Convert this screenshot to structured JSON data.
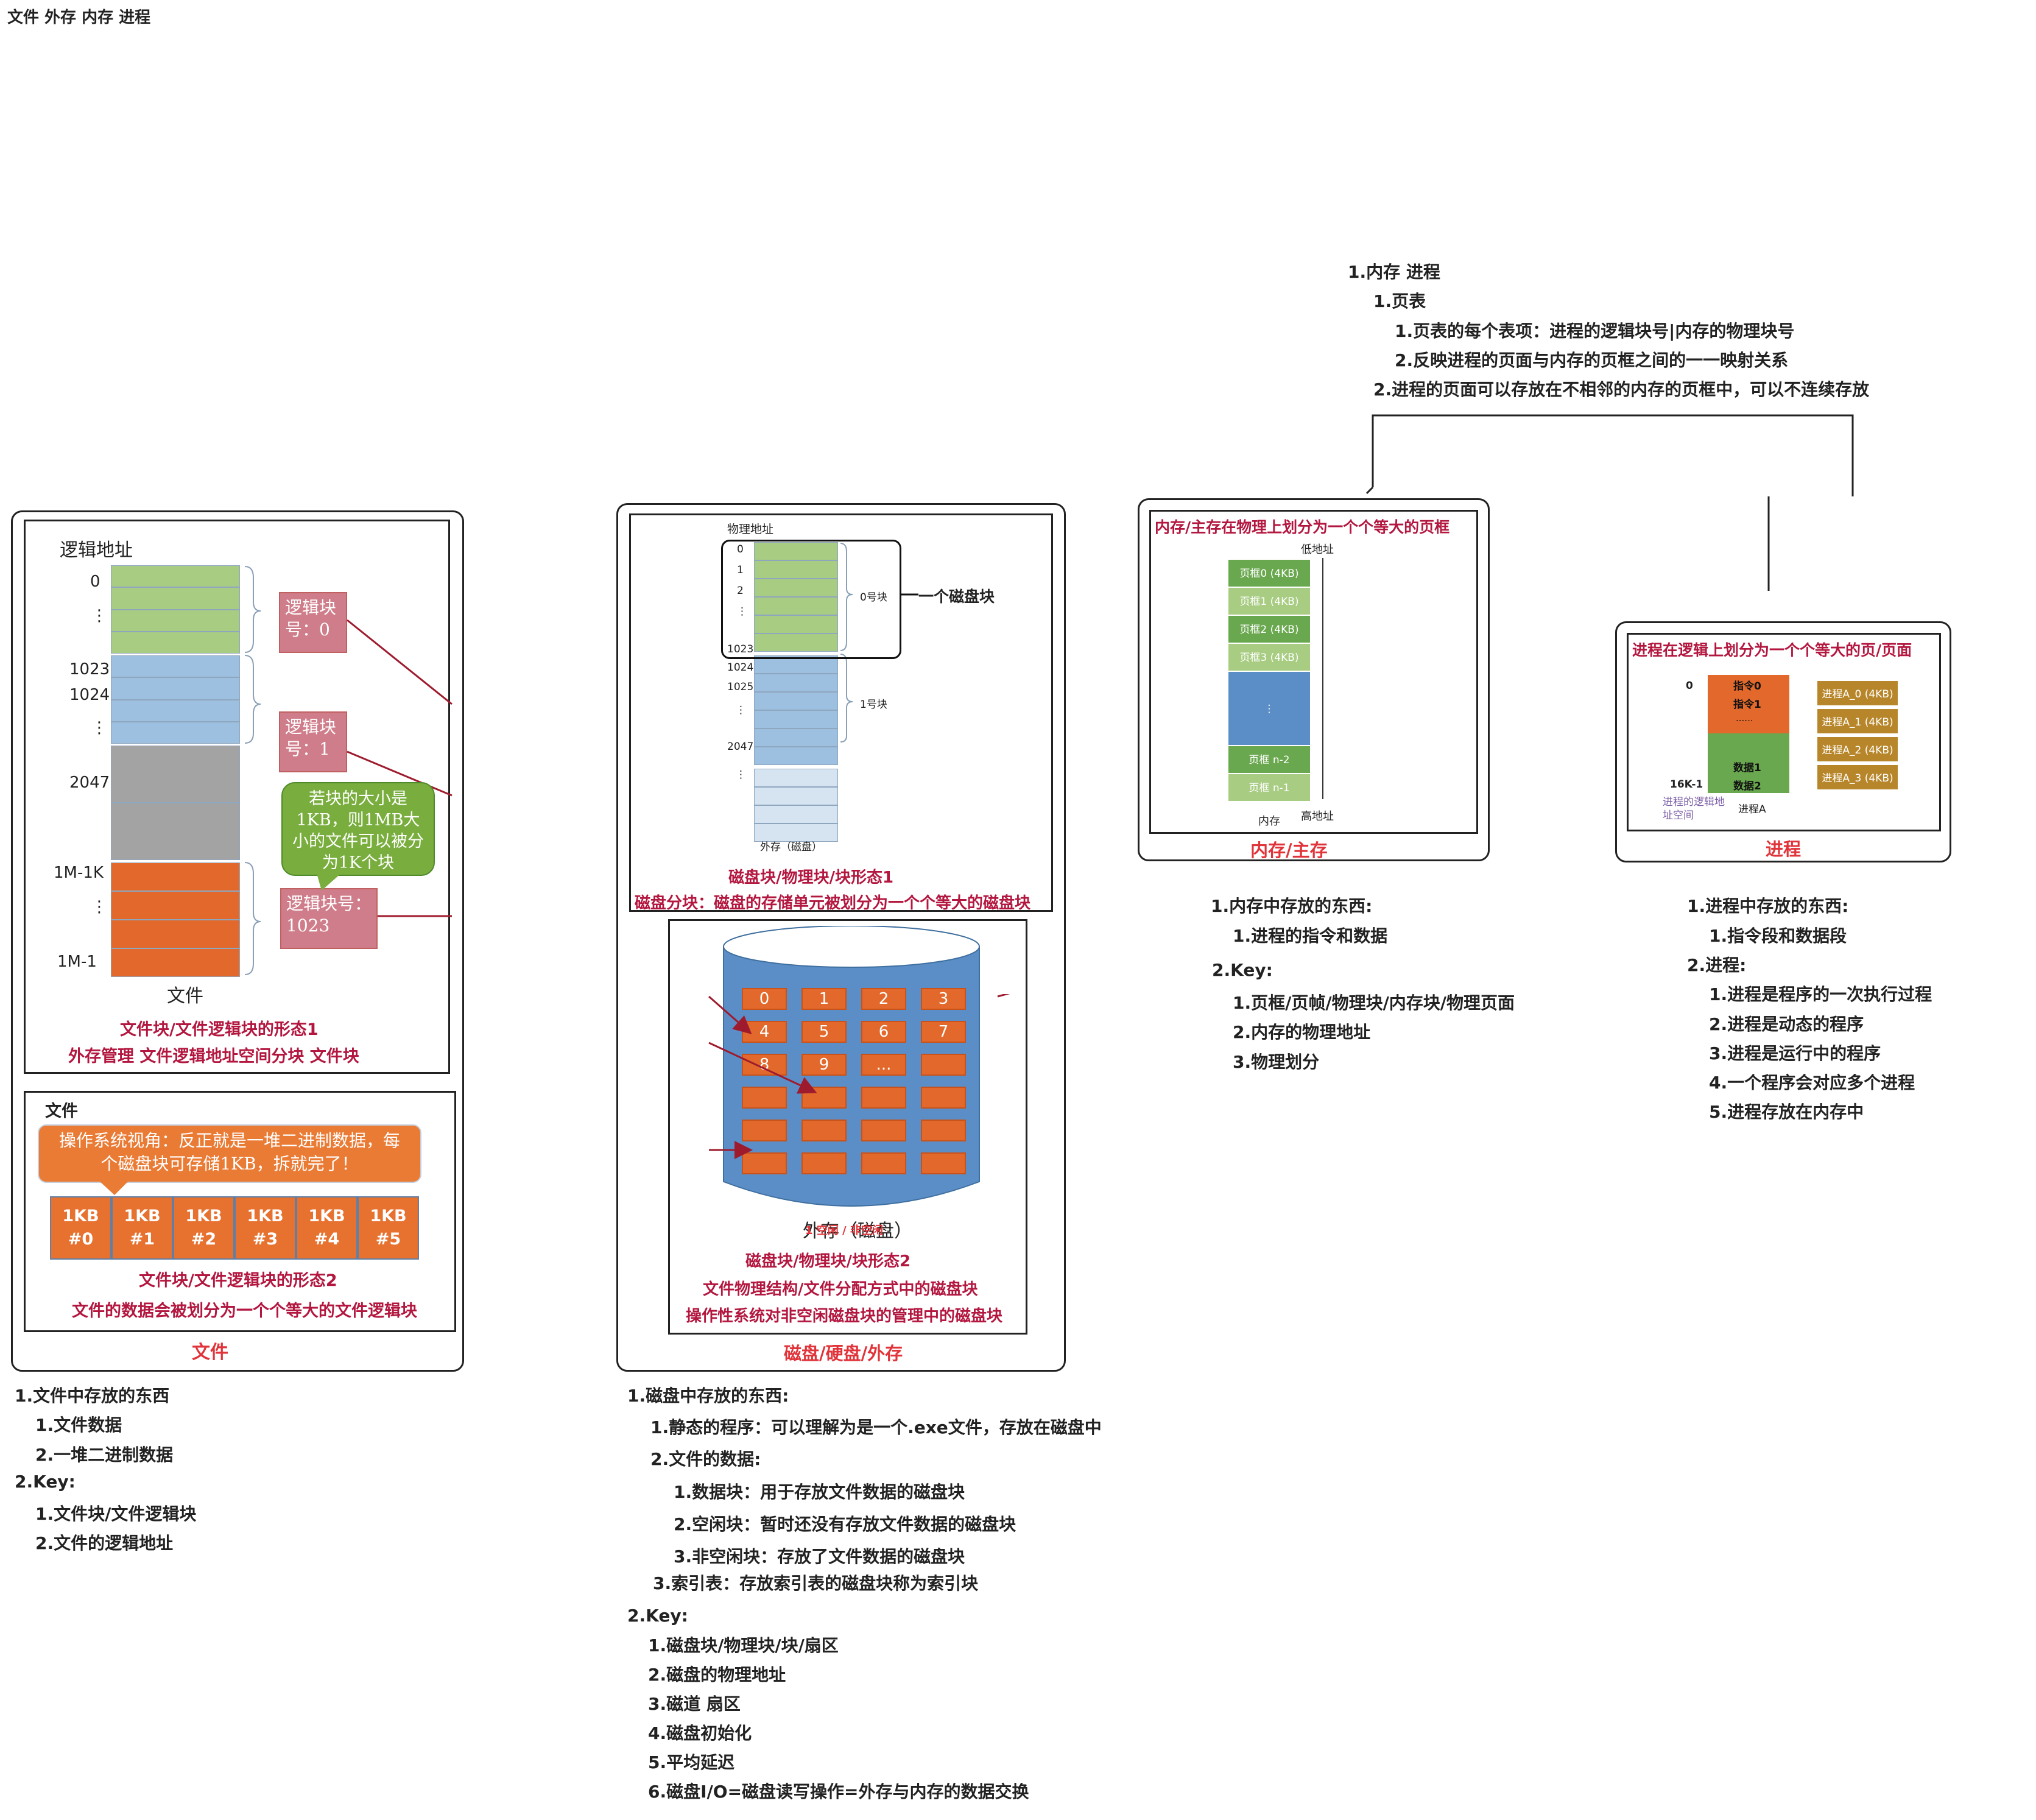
{
  "page_title": "文件 外存 内存 进程",
  "top_outline": {
    "root": "1.内存 进程",
    "page_table": "1.页表",
    "pt_item1": "1.页表的每个表项：进程的逻辑块号|内存的物理块号",
    "pt_item2": "2.反映进程的页面与内存的页框之间的一一映射关系",
    "item2": "2.进程的页面可以存放在不相邻的内存的页框中，可以不连续存放"
  },
  "file_panel": {
    "addr_title": "逻辑地址",
    "ticks": [
      "0",
      "⋮",
      "1023",
      "1024",
      "⋮",
      "2047",
      "1M-1K",
      "⋮",
      "1M-1"
    ],
    "block0": "逻辑块号：0",
    "block1": "逻辑块号：1",
    "block_last": "逻辑块号：1023",
    "bubble": "若块的大小是1KB，则1MB大小的文件可以被分为1K个块",
    "file_label": "文件",
    "caption1": "文件块/文件逻辑块的形态1",
    "caption2": "外存管理 文件逻辑地址空间分块 文件块",
    "sub_title": "文件",
    "callout": "操作系统视角：反正就是一堆二进制数据，每个磁盘块可存储1KB，拆就完了！",
    "kb_cells": [
      {
        "size": "1KB",
        "idx": "#0"
      },
      {
        "size": "1KB",
        "idx": "#1"
      },
      {
        "size": "1KB",
        "idx": "#2"
      },
      {
        "size": "1KB",
        "idx": "#3"
      },
      {
        "size": "1KB",
        "idx": "#4"
      },
      {
        "size": "1KB",
        "idx": "#5"
      }
    ],
    "caption3": "文件块/文件逻辑块的形态2",
    "caption4": "文件的数据会被划分为一个个等大的文件逻辑块",
    "panel_label": "文件"
  },
  "file_notes": [
    "1.文件中存放的东西",
    "1.文件数据",
    "2.一堆二进制数据",
    "2.Key:",
    "1.文件块/文件逻辑块",
    "2.文件的逻辑地址"
  ],
  "disk_panel": {
    "phys_title": "物理地址",
    "ticks": [
      "0",
      "1",
      "2",
      "⋮",
      "1023",
      "1024",
      "1025",
      "⋮",
      "2047",
      "⋮"
    ],
    "block0": "0号块",
    "block1": "1号块",
    "one_block": "一个磁盘块",
    "disk_label": "外存（磁盘）",
    "caption1": "磁盘块/物理块/块形态1",
    "caption2": "磁盘分块：磁盘的存储单元被划分为一个个等大的磁盘块",
    "cyl_numbers": [
      "0",
      "1",
      "2",
      "3",
      "4",
      "5",
      "6",
      "7",
      "8",
      "9",
      "...",
      "",
      "",
      "",
      "",
      "",
      "",
      "",
      "",
      "",
      "",
      "",
      "",
      ""
    ],
    "cyl_label": "外存（磁盘）",
    "cyl_overlay": "1 空闲 / 非空闲",
    "caption3": "磁盘块/物理块/块形态2",
    "caption4": "文件物理结构/文件分配方式中的磁盘块",
    "caption5": "操作性系统对非空闲磁盘块的管理中的磁盘块",
    "panel_label": "磁盘/硬盘/外存"
  },
  "disk_notes": [
    "1.磁盘中存放的东西:",
    "1.静态的程序：可以理解为是一个.exe文件，存放在磁盘中",
    "2.文件的数据:",
    "1.数据块：用于存放文件数据的磁盘块",
    "2.空闲块：暂时还没有存放文件数据的磁盘块",
    "3.非空闲块：存放了文件数据的磁盘块",
    "3.索引表：存放索引表的磁盘块称为索引块",
    "2.Key:",
    "1.磁盘块/物理块/块/扇区",
    "2.磁盘的物理地址",
    "3.磁道 扇区",
    "4.磁盘初始化",
    "5.平均延迟",
    "6.磁盘I/O=磁盘读写操作=外存与内存的数据交换"
  ],
  "memory_panel": {
    "title": "内存/主存在物理上划分为一个个等大的页框",
    "low_addr": "低地址",
    "high_addr": "高地址",
    "frames": [
      "页框0 (4KB)",
      "页框1 (4KB)",
      "页框2 (4KB)",
      "页框3 (4KB)",
      "⋮",
      "页框 n-2",
      "页框 n-1"
    ],
    "mem_label": "内存",
    "panel_label": "内存/主存"
  },
  "memory_notes": [
    "1.内存中存放的东西:",
    "1.进程的指令和数据",
    "2.Key:",
    "1.页框/页帧/物理块/内存块/物理页面",
    "2.内存的物理地址",
    "3.物理划分"
  ],
  "process_panel": {
    "title": "进程在逻辑上划分为一个个等大的页/页面",
    "zero": "0",
    "top_end": "16K-1",
    "instr": [
      "指令0",
      "指令1",
      "......"
    ],
    "data": [
      "数据1",
      "数据2"
    ],
    "space_label": "进程的逻辑地址空间",
    "proc_label": "进程A",
    "pages": [
      "进程A_0 (4KB)",
      "进程A_1 (4KB)",
      "进程A_2 (4KB)",
      "进程A_3 (4KB)"
    ],
    "panel_label": "进程"
  },
  "process_notes": [
    "1.进程中存放的东西:",
    "1.指令段和数据段",
    "2.进程:",
    "1.进程是程序的一次执行过程",
    "2.进程是动态的程序",
    "3.进程是运行中的程序",
    "4.一个程序会对应多个进程",
    "5.进程存放在内存中"
  ],
  "colors": {
    "green": "#a7cc82",
    "blue": "#9dbfe0",
    "gray": "#a3a3a3",
    "orange": "#e2692b",
    "caption_red": "#b3173f",
    "label_red": "#e0343a"
  }
}
